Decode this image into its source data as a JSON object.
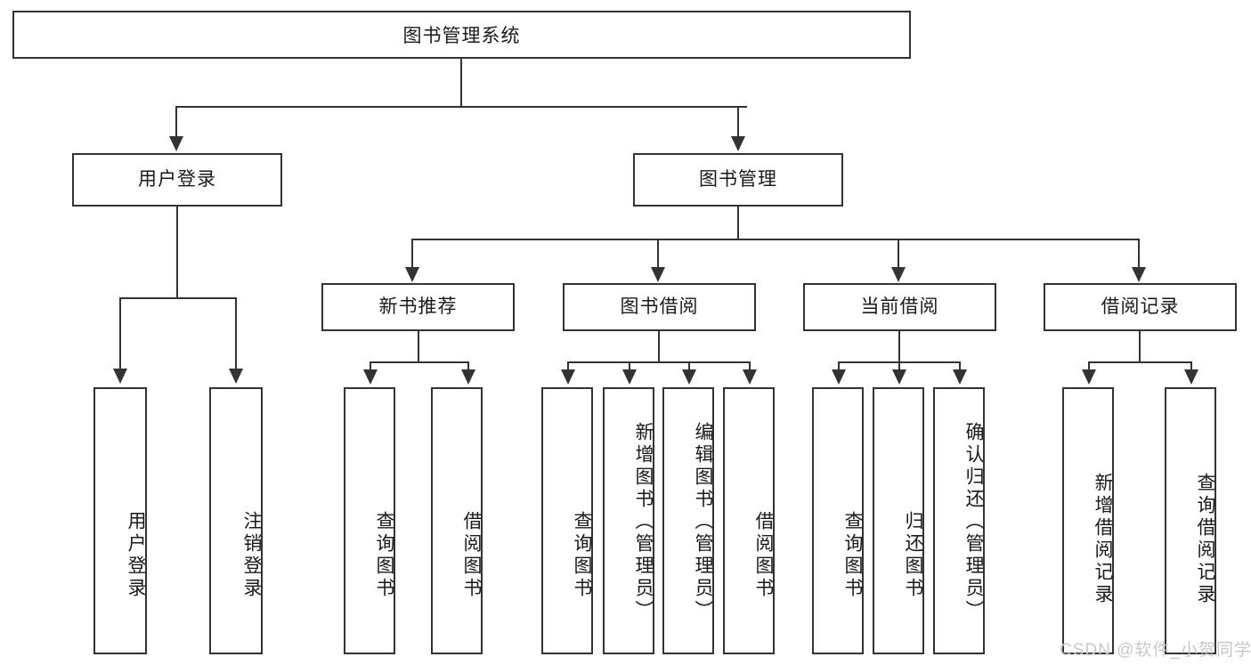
{
  "diagram": {
    "title": "图书管理系统",
    "type": "tree-hierarchy",
    "root": {
      "label": "图书管理系统"
    },
    "level2": [
      {
        "label": "用户登录"
      },
      {
        "label": "图书管理"
      }
    ],
    "level3": [
      {
        "label": "新书推荐"
      },
      {
        "label": "图书借阅"
      },
      {
        "label": "当前借阅"
      },
      {
        "label": "借阅记录"
      }
    ],
    "leaves": {
      "user_login": [
        {
          "label": "用户登录"
        },
        {
          "label": "注销登录"
        }
      ],
      "new_book_recommend": [
        {
          "label": "查询图书"
        },
        {
          "label": "借阅图书"
        }
      ],
      "book_borrow": [
        {
          "label": "查询图书"
        },
        {
          "label": "新增图书（管理员）"
        },
        {
          "label": "编辑图书（管理员）"
        },
        {
          "label": "借阅图书"
        }
      ],
      "current_borrow": [
        {
          "label": "查询图书"
        },
        {
          "label": "归还图书"
        },
        {
          "label": "确认归还（管理员）"
        }
      ],
      "borrow_record": [
        {
          "label": "新增借阅记录"
        },
        {
          "label": "查询借阅记录"
        }
      ]
    }
  },
  "watermark": {
    "text": "CSDN @软件_小贺同学"
  },
  "colors": {
    "stroke": "#333333",
    "text": "#1a1a1a",
    "background": "#ffffff",
    "watermark": "#c9c9c9"
  }
}
